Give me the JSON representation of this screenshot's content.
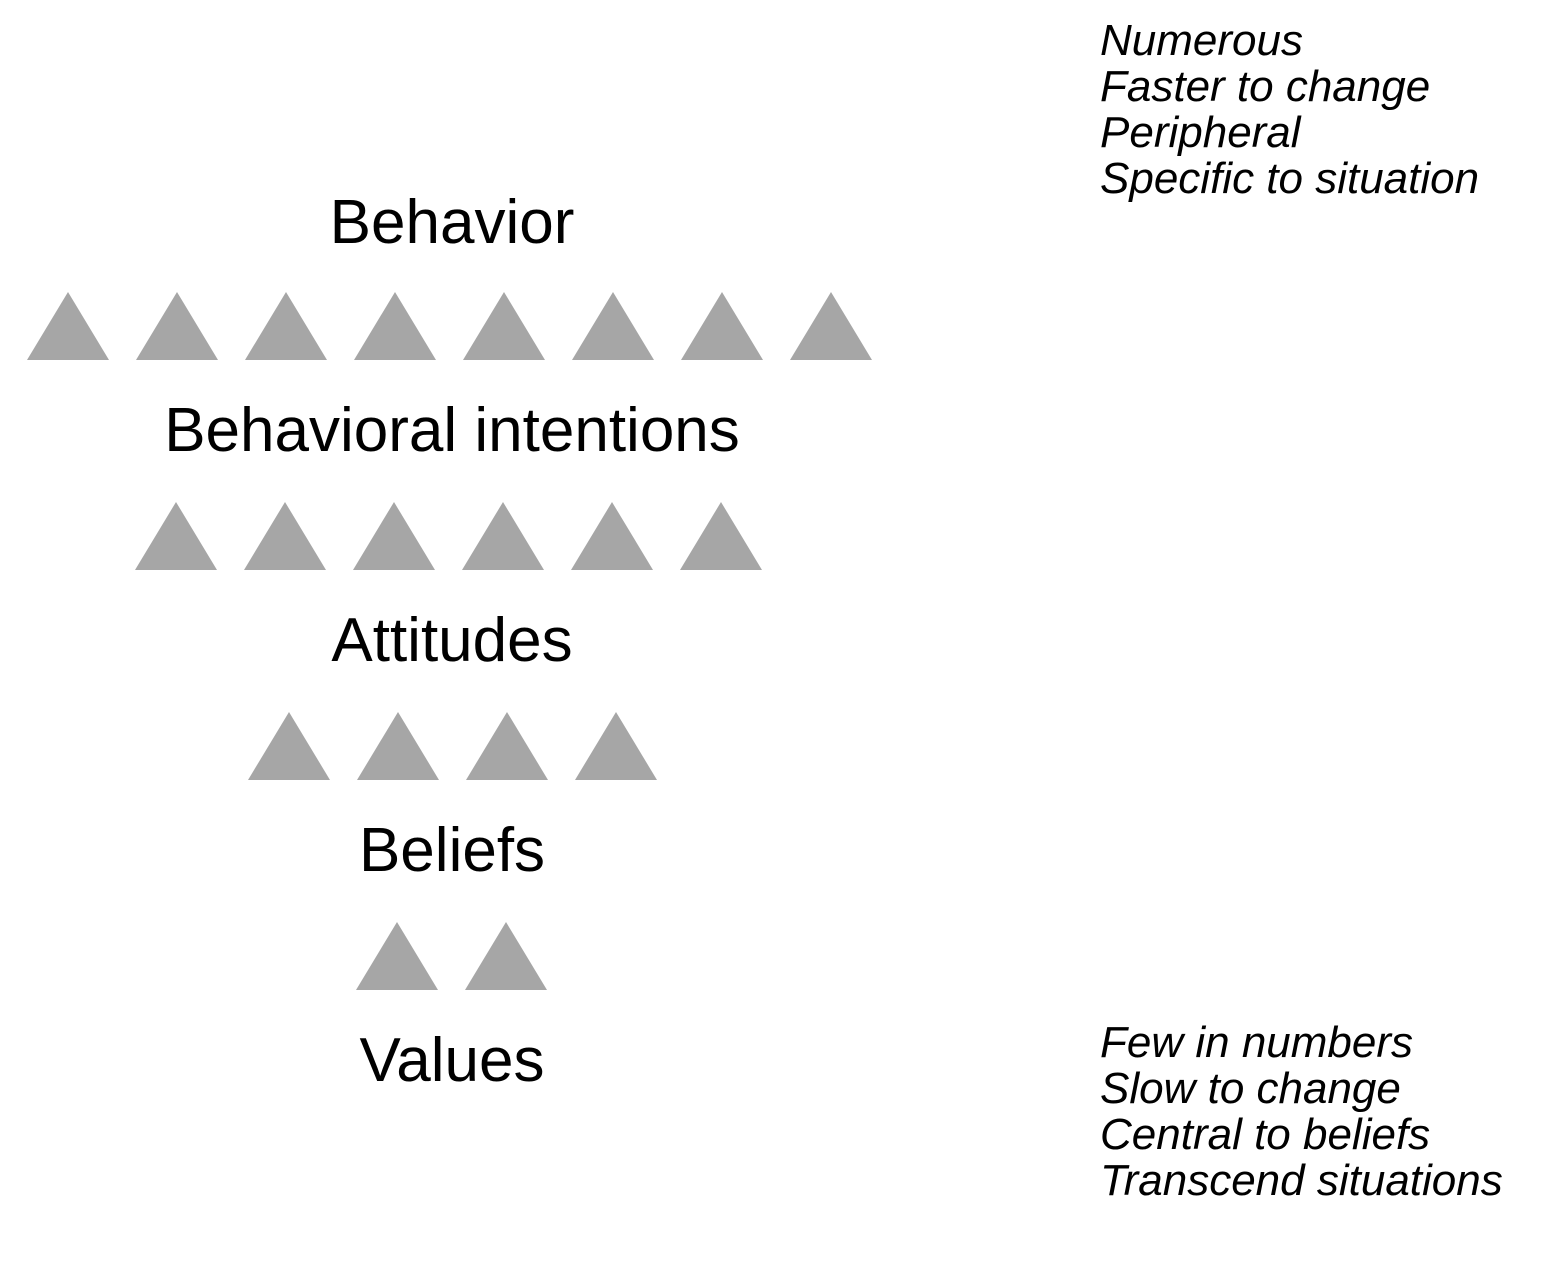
{
  "diagram": {
    "title": "Hierarchy of behavior, intentions, attitudes, beliefs and values",
    "triangle_color": "#A6A6A6",
    "text_color": "#000000",
    "background_color": "#FFFFFF",
    "levels": [
      {
        "label": "Behavior",
        "triangle_count": 8,
        "font_size": 62
      },
      {
        "label": "Behavioral intentions",
        "triangle_count": 6,
        "font_size": 62
      },
      {
        "label": "Attitudes",
        "triangle_count": 4,
        "font_size": 62
      },
      {
        "label": "Beliefs",
        "triangle_count": 2,
        "font_size": 62
      },
      {
        "label": "Values",
        "triangle_count": 0,
        "font_size": 62
      }
    ]
  },
  "annotations": {
    "top": {
      "lines": [
        "Numerous",
        "Faster to change",
        "Peripheral",
        "Specific to situation"
      ]
    },
    "bottom": {
      "lines": [
        "Few in numbers",
        "Slow to change",
        "Central to beliefs",
        "Transcend situations"
      ]
    }
  }
}
